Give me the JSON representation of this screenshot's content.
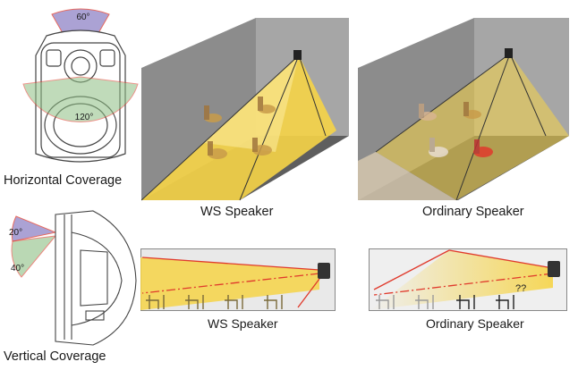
{
  "captions": {
    "horizontal_coverage": "Horizontal Coverage",
    "vertical_coverage": "Vertical Coverage",
    "ws_room": "WS Speaker",
    "ordinary_room": "Ordinary Speaker",
    "ws_side": "WS Speaker",
    "ordinary_side": "Ordinary Speaker"
  },
  "angles": {
    "horizontal_narrow": "60°",
    "horizontal_wide": "120°",
    "vertical_up": "20°",
    "vertical_down": "40°"
  },
  "marks": {
    "confused_listener": "??"
  },
  "colors": {
    "beam_yellow": "#f6d447",
    "wall_gray": "#8c8c8c",
    "ray_red": "#e03a2c",
    "narrow_sector": "#8f84c6",
    "wide_sector": "#8dbf83"
  }
}
